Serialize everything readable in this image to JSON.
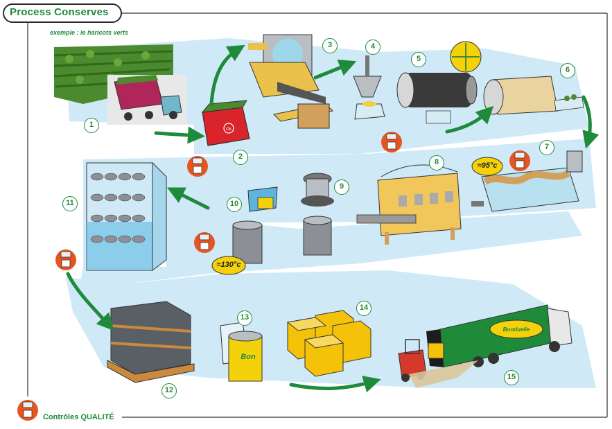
{
  "header": {
    "title": "Process Conserves",
    "subtitle": "exemple : le haricots verts"
  },
  "legend": {
    "label": "Contrôles QUALITÉ",
    "icon": "quality-control-icon"
  },
  "steps": [
    "1",
    "2",
    "3",
    "4",
    "5",
    "6",
    "7",
    "8",
    "9",
    "10",
    "11",
    "12",
    "13",
    "14",
    "15"
  ],
  "temperatures": {
    "blanching": "≈95°c",
    "sterilisation": "≈130°c"
  },
  "labels": {
    "crate_mark": "Ok",
    "can_brand": "Bon",
    "truck_brand": "Bonduelle"
  },
  "colors": {
    "accent_green": "#1e8a3a",
    "path_blue": "#cfe9f7",
    "arrow_green": "#1e8a3a",
    "crate_red": "#d8242a",
    "box_yellow": "#f5c20a",
    "badge_yellow": "#f3d20b",
    "forklift_red": "#d33a2c"
  }
}
